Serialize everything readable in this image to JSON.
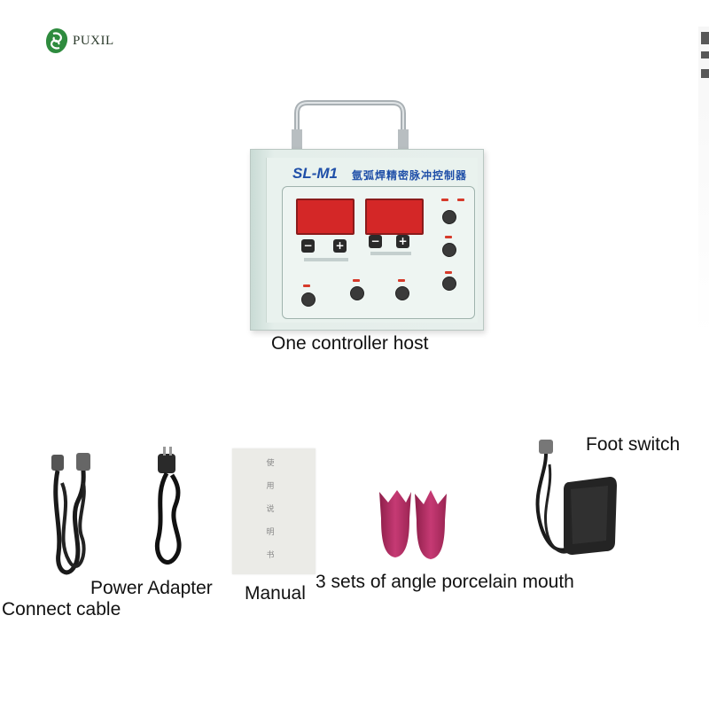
{
  "brand": {
    "logo": "green-swirl-logo",
    "name": "PUXIL"
  },
  "controller": {
    "model": "SL-M1",
    "title_cn": "氩弧焊精密脉冲控制器",
    "caption": "One controller host"
  },
  "manual": {
    "cover_chars": [
      "使",
      "用",
      "说",
      "明",
      "书"
    ]
  },
  "captions": {
    "connect_cable": "Connect cable",
    "power_adapter": "Power Adapter",
    "manual": "Manual",
    "porcelain": "3 sets of angle porcelain mouth",
    "foot_switch": "Foot switch"
  },
  "colors": {
    "brand_green": "#2e8b3e",
    "display_red": "#d42727",
    "porcelain_pink": "#c0306a",
    "panel_blue_text": "#1f4fa8"
  }
}
